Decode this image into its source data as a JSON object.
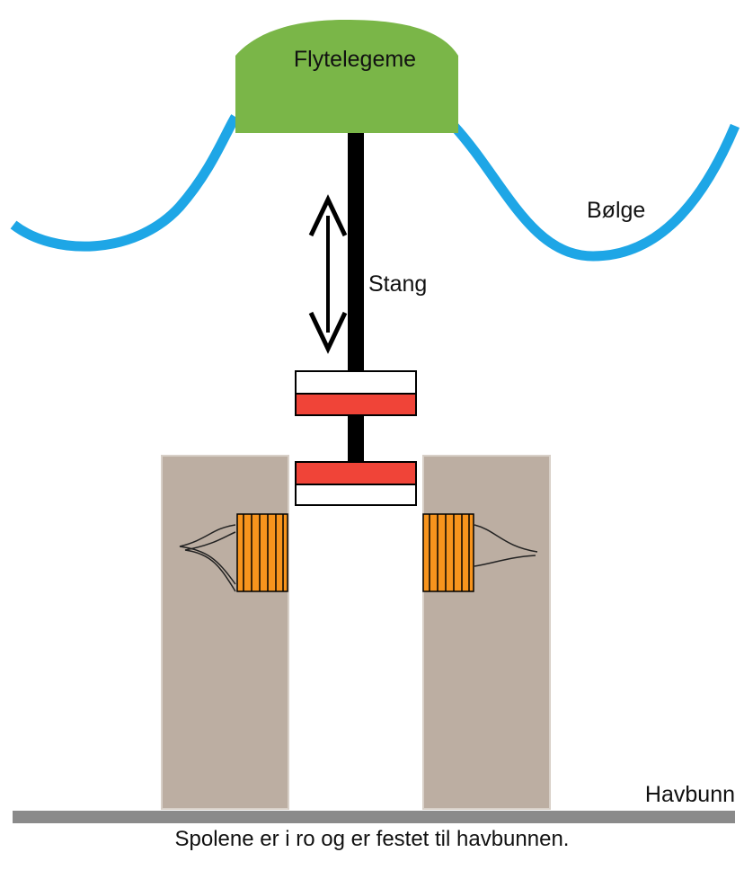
{
  "labels": {
    "buoy": "Flytelegeme",
    "wave": "Bølge",
    "rod": "Stang",
    "seabed": "Havbunn"
  },
  "caption": "Spolene er i ro og er festet til havbunnen.",
  "colors": {
    "wave": "#1ea6e6",
    "buoy": "#7ab648",
    "rod": "#000000",
    "magnet_red": "#f04438",
    "pillar": "#bcaea2",
    "coil": "#f7941d",
    "seabed": "#8a8a8a"
  }
}
